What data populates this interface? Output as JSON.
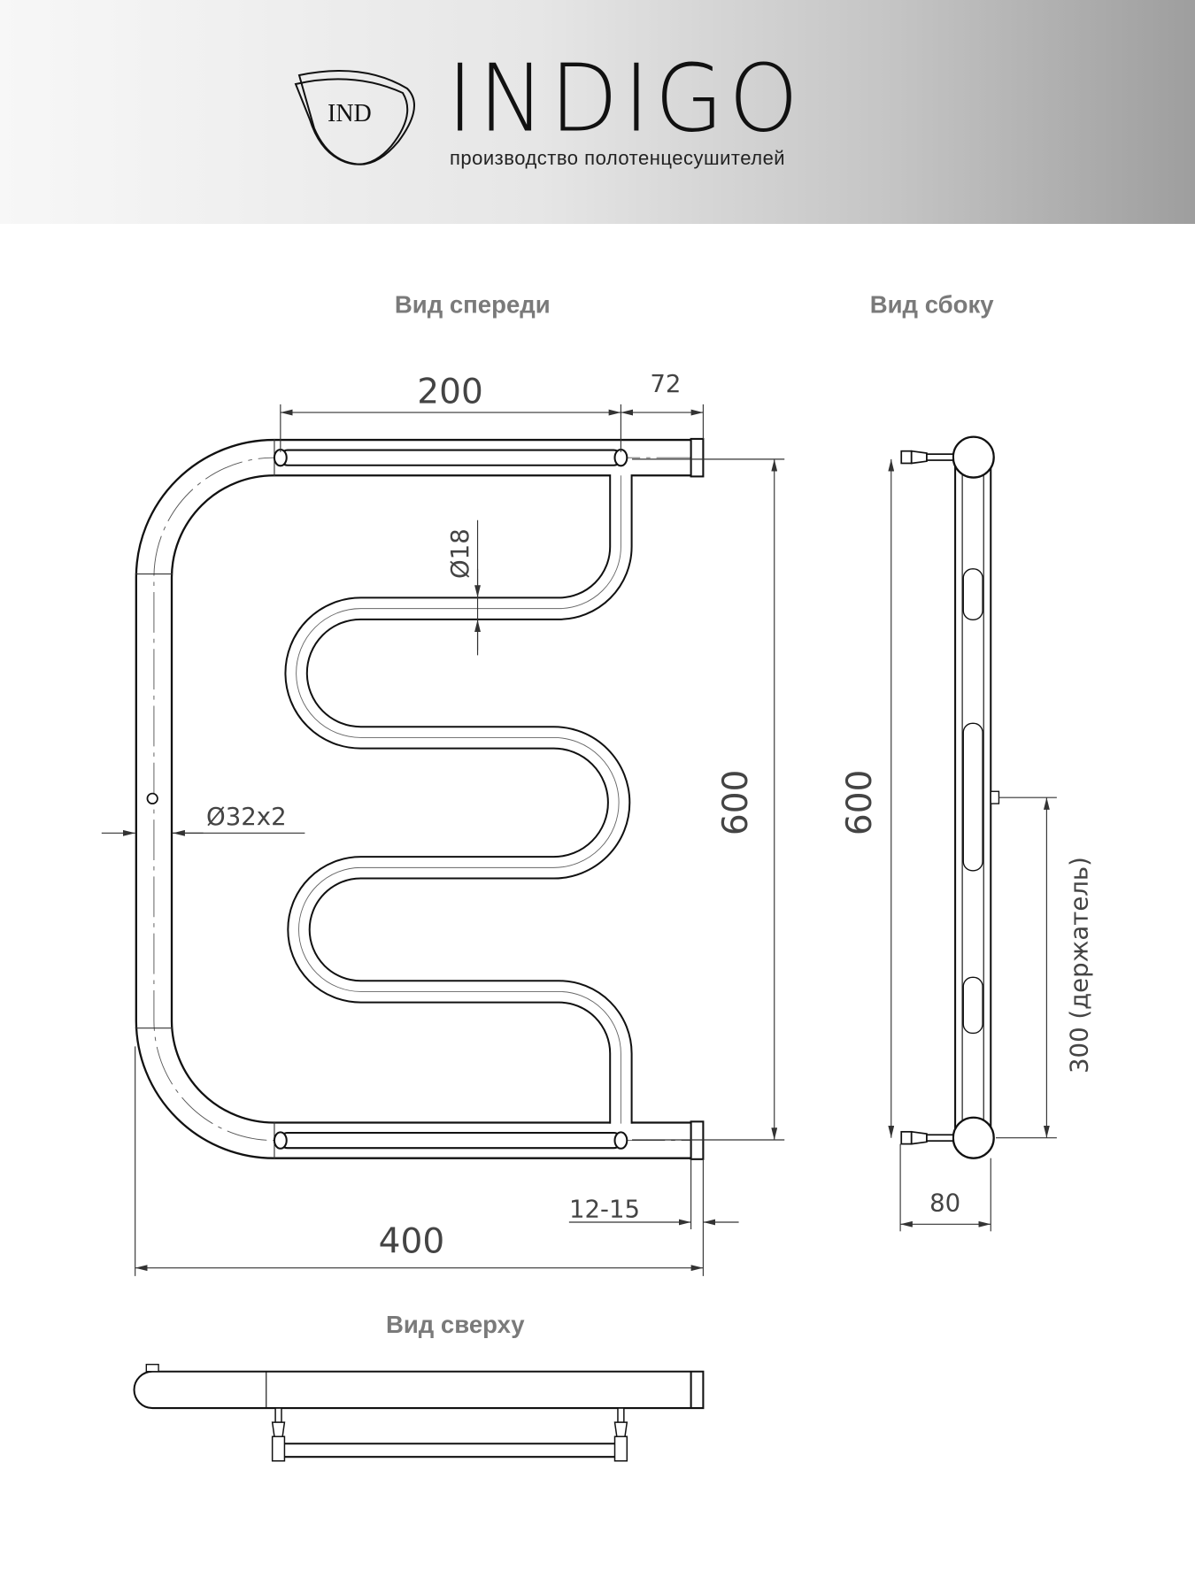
{
  "header": {
    "logo_mark": "IND",
    "brand": "INDIGO",
    "tagline": "производство полотенцесушителей"
  },
  "views": {
    "front": "Вид спереди",
    "side": "Вид сбоку",
    "top": "Вид сверху"
  },
  "dimensions": {
    "bar_spacing": "200",
    "offset": "72",
    "height": "600",
    "inner_tube": "Ø18",
    "main_tube": "Ø32x2",
    "width": "400",
    "wall_gap": "12-15",
    "side_height": "600",
    "holder": "300 (держатель)",
    "depth": "80"
  }
}
